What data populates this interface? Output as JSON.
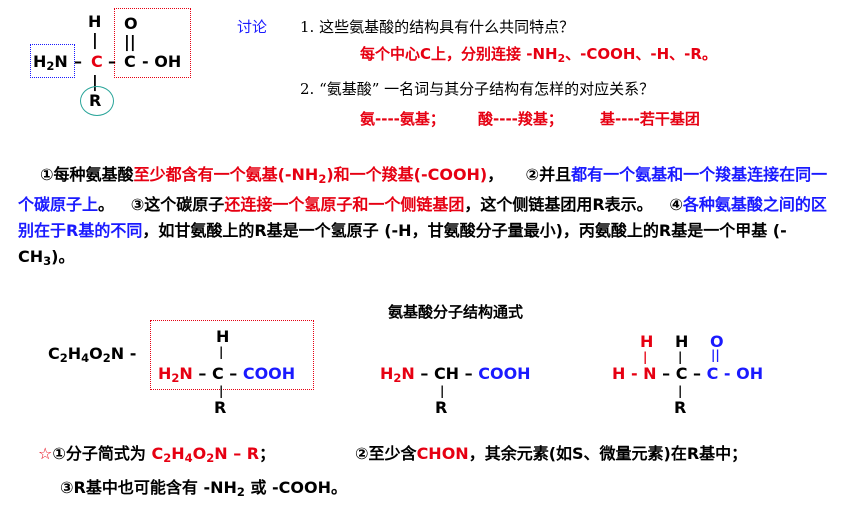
{
  "top_structure": {
    "h": "H",
    "o": "O",
    "nh2_n": "H",
    "nh2_n2": "N",
    "nh2_sub": "2",
    "dash_left": "–",
    "c_center": "C",
    "dash_right": "–",
    "c_right": "C",
    "oh": "- OH",
    "r": "R",
    "bond_v": "|",
    "bond_double": "||"
  },
  "discussion": {
    "label": "讨论",
    "q1": "1. 这些氨基酸的结构具有什么共同特点？",
    "a1_pre": "每个中心C上，分别连接 -NH",
    "a1_sub": "2",
    "a1_post": "、-COOH、-H、-R。",
    "q2": "2. “氨基酸” 一名词与其分子结构有怎样的对应关系？",
    "a2_1": "氨----氨基；",
    "a2_2": "酸----羧基；",
    "a2_3": "基----若干基团"
  },
  "paragraph": {
    "p1_a": "①每种氨基酸",
    "p1_b": "至少都含有一个氨基(-NH",
    "p1_b_sub": "2",
    "p1_c": ")和一个羧基(-COOH)",
    "p1_d": "，",
    "p2_a": "②并且",
    "p2_b": "都有一个氨基和一个羧基连接在同一个碳原子上",
    "p2_c": "。",
    "p3_a": "③这个碳原子",
    "p3_b": "还连接一个氢原子和一个侧链基团",
    "p3_c": "，这个侧链基团用R表示。",
    "p4_a": "④",
    "p4_b": "各种氨基酸之间的区别在于R基的不同",
    "p4_c": "，如甘氨酸上的R基是一个氢原子 (-H，甘氨酸分子量最小)，丙氨酸上的R基是一个甲基 (-CH",
    "p4_c_sub": "3",
    "p4_d": ")。"
  },
  "general_formula": {
    "title": "氨基酸分子结构通式",
    "formula_label_c": "C",
    "formula_label_c_sub": "2",
    "formula_label_h": "H",
    "formula_label_h_sub": "4",
    "formula_label_o": "O",
    "formula_label_o_sub": "2",
    "formula_label_n": "N -",
    "s1_h": "H",
    "s1_nh": "H",
    "s1_n": "N",
    "s1_sub": "2",
    "s1_mid": " – C – ",
    "s1_cooh": "COOH",
    "s1_r": "R",
    "s2_nh": "H",
    "s2_n": "N",
    "s2_sub": "2",
    "s2_mid": " – CH – ",
    "s2_cooh": "COOH",
    "s2_r": "R",
    "s3_h1": "H",
    "s3_h2": "H",
    "s3_o": "O",
    "s3_hn": "H - N",
    "s3_mid": " – C – ",
    "s3_c": "C",
    "s3_oh": " - OH",
    "s3_r": "R"
  },
  "footer": {
    "star": "☆",
    "f1_a": "①分子简式为 ",
    "f1_b": "C",
    "f1_b_s1": "2",
    "f1_b2": "H",
    "f1_b_s2": "4",
    "f1_b3": "O",
    "f1_b_s3": "2",
    "f1_b4": "N – R",
    "f1_c": "；",
    "f2_a": "②至少含",
    "f2_b": "CHON",
    "f2_c": "，其余元素(如S、微量元素)在R基中；",
    "f3_a": "③R基中也可能含有 -NH",
    "f3_sub": "2",
    "f3_b": " 或 -COOH。"
  },
  "colors": {
    "red": "#e60012",
    "blue": "#1a1aff",
    "teal": "#2aa59a"
  }
}
